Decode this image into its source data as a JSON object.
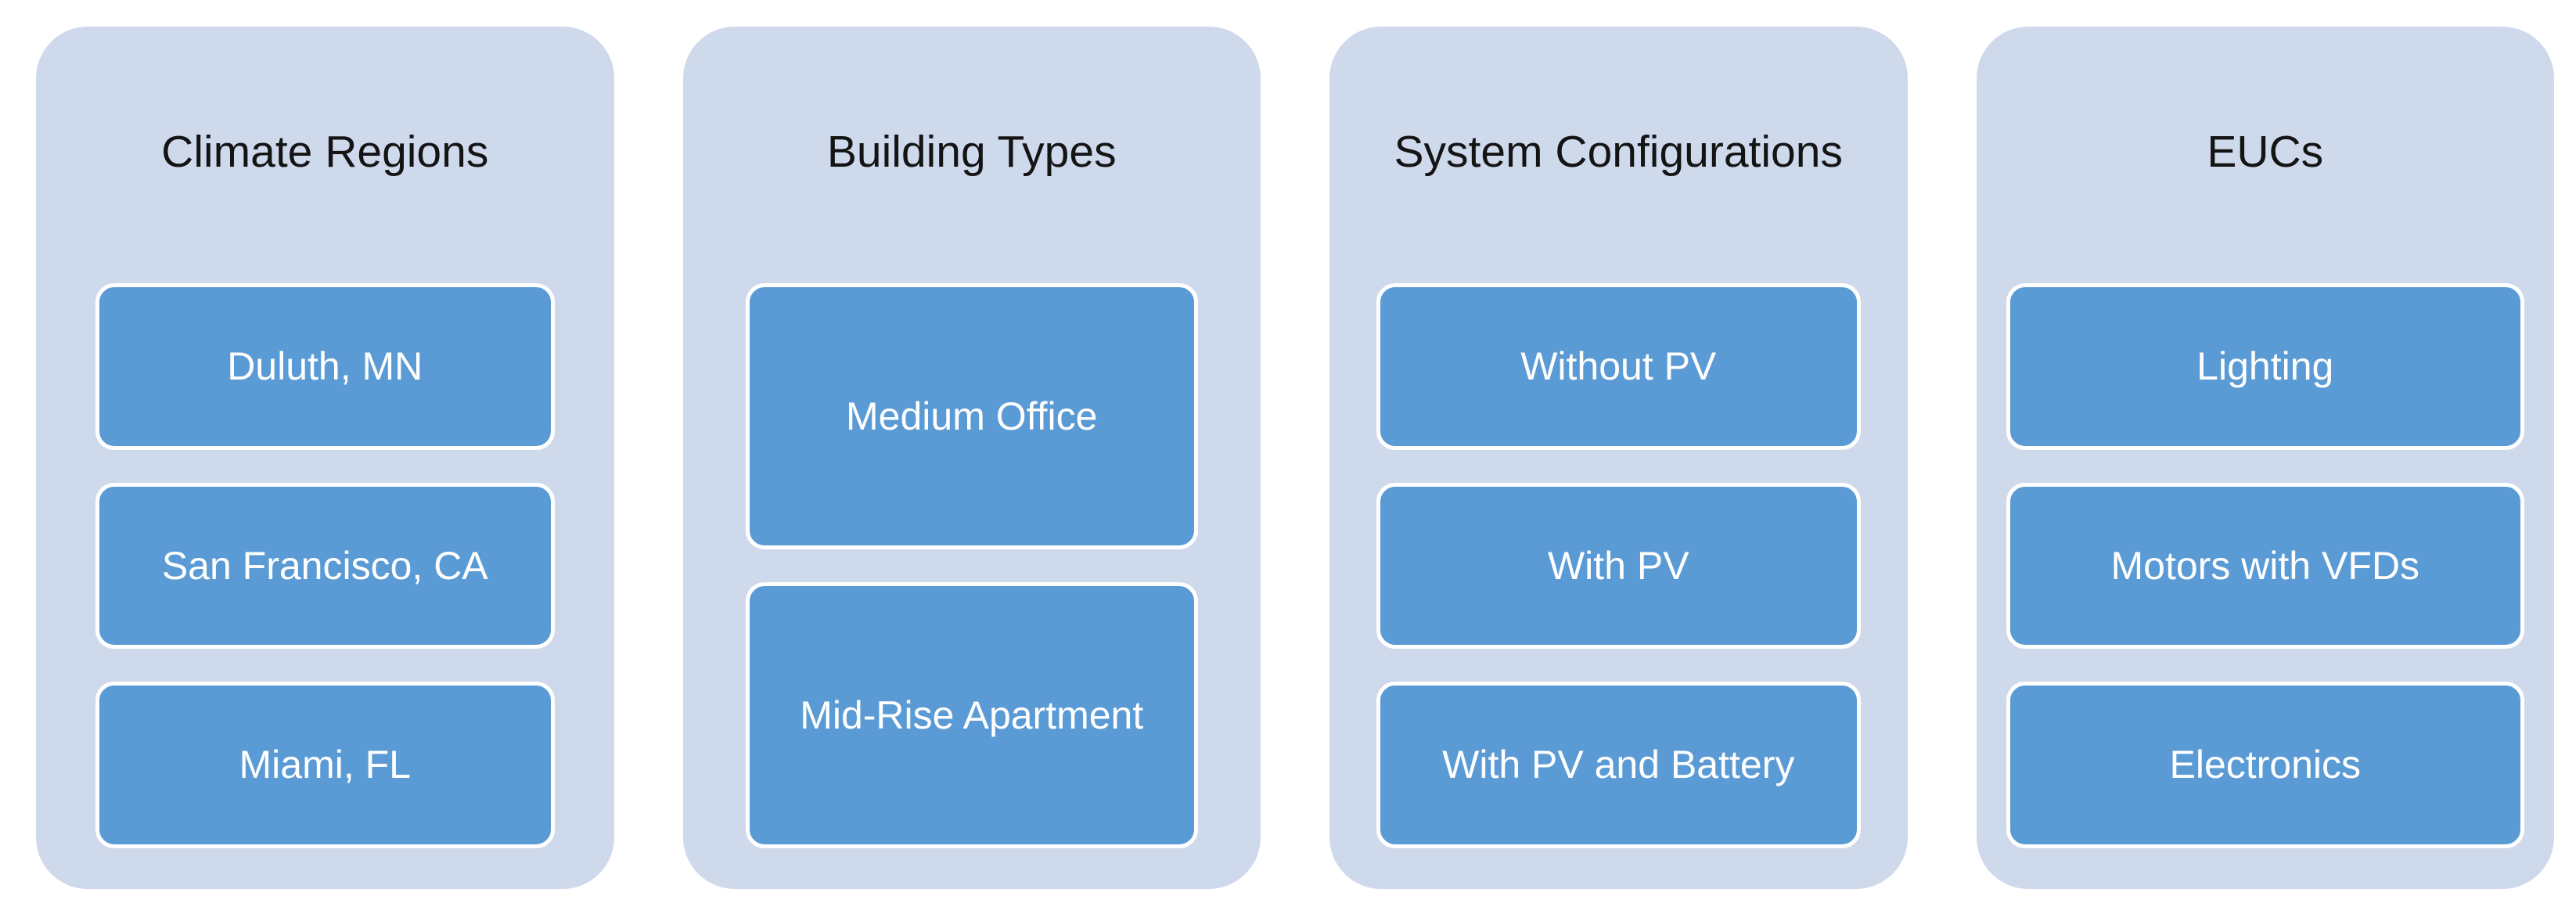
{
  "page": {
    "background_color": "#ffffff"
  },
  "colors": {
    "panel_background": "#cfd9ec",
    "item_background": "#5b9bd5",
    "item_border": "#ffffff",
    "title_text": "#141414",
    "item_text": "#ffffff"
  },
  "columns": [
    {
      "title": "Climate Regions",
      "items": [
        "Duluth, MN",
        "San Francisco, CA",
        "Miami, FL"
      ]
    },
    {
      "title": "Building Types",
      "items": [
        "Medium Office",
        "Mid-Rise Apartment"
      ]
    },
    {
      "title": "System Configurations",
      "items": [
        "Without PV",
        "With PV",
        "With PV and Battery"
      ]
    },
    {
      "title": "EUCs",
      "items": [
        "Lighting",
        "Motors with VFDs",
        "Electronics"
      ]
    }
  ]
}
